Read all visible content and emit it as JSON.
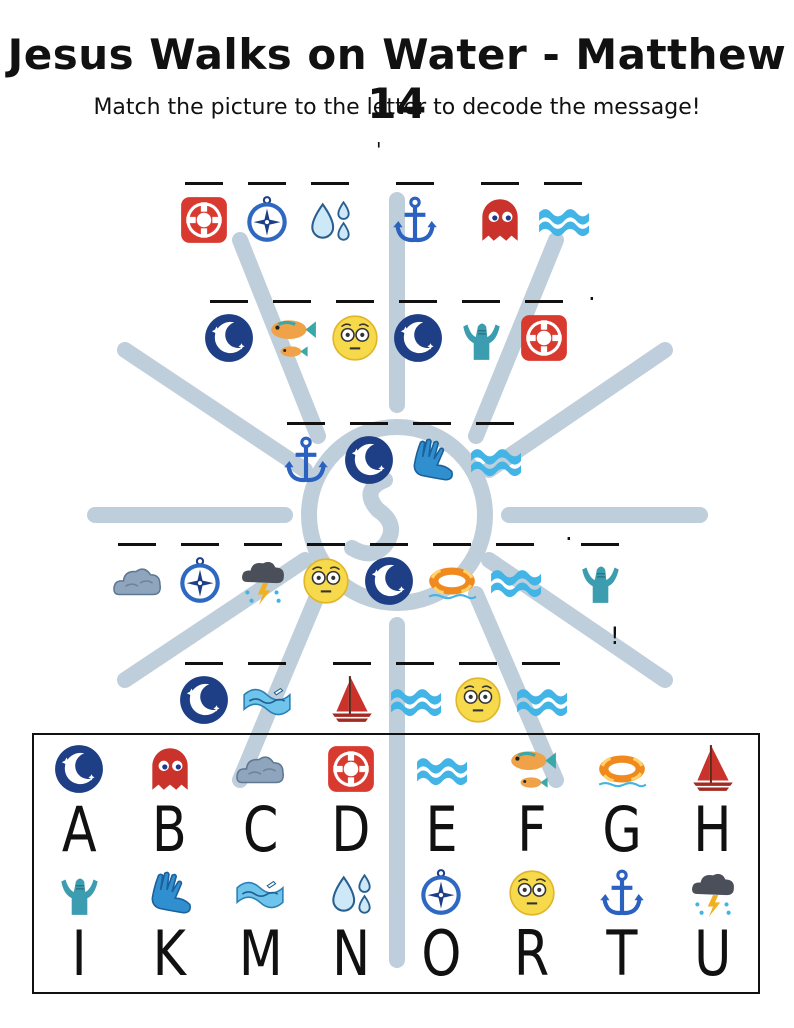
{
  "title": "Jesus Walks on Water - Matthew 14",
  "subtitle": "Match the picture to the letter to decode the message!",
  "punctuation": {
    "tick": "'",
    "period1": ".",
    "period2": ".",
    "exclaim": "!"
  },
  "puzzle_rows": [
    {
      "words": [
        [
          "life-ring-icon",
          "compass-icon",
          "water-drops-icon"
        ],
        [
          "anchor-icon"
        ],
        [
          "ghost-icon",
          "waves-icon"
        ]
      ]
    },
    {
      "words": [
        [
          "moon-icon",
          "fish-icon",
          "face-icon",
          "moon-icon",
          "shaka-icon",
          "life-ring-icon"
        ]
      ]
    },
    {
      "words": [
        [
          "anchor-icon",
          "moon-icon",
          "hand-icon",
          "waves-icon"
        ]
      ]
    },
    {
      "words": [
        [
          "cloud-icon",
          "compass-icon",
          "storm-icon",
          "face-icon",
          "moon-icon",
          "float-ring-icon",
          "waves-icon"
        ],
        [
          "shaka-icon"
        ]
      ]
    },
    {
      "words": [
        [
          "moon-icon",
          "ripple-icon"
        ],
        [
          "boat-icon",
          "waves-icon",
          "face-icon",
          "waves-icon"
        ]
      ]
    }
  ],
  "key": [
    {
      "letter": "A",
      "icon": "moon-icon"
    },
    {
      "letter": "B",
      "icon": "ghost-icon"
    },
    {
      "letter": "C",
      "icon": "cloud-icon"
    },
    {
      "letter": "D",
      "icon": "life-ring-icon"
    },
    {
      "letter": "E",
      "icon": "waves-icon"
    },
    {
      "letter": "F",
      "icon": "fish-icon"
    },
    {
      "letter": "G",
      "icon": "float-ring-icon"
    },
    {
      "letter": "H",
      "icon": "boat-icon"
    },
    {
      "letter": "I",
      "icon": "shaka-icon"
    },
    {
      "letter": "K",
      "icon": "hand-icon"
    },
    {
      "letter": "M",
      "icon": "ripple-icon"
    },
    {
      "letter": "N",
      "icon": "water-drops-icon"
    },
    {
      "letter": "O",
      "icon": "compass-icon"
    },
    {
      "letter": "R",
      "icon": "face-icon"
    },
    {
      "letter": "T",
      "icon": "anchor-icon"
    },
    {
      "letter": "U",
      "icon": "storm-icon"
    }
  ]
}
